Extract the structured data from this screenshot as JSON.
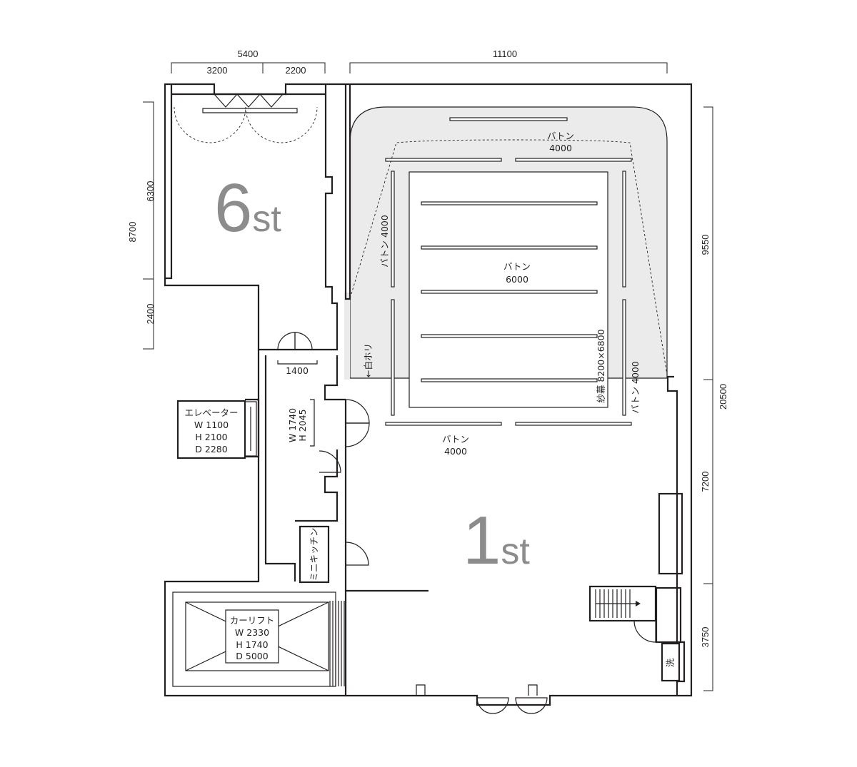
{
  "dimensions": {
    "top_5400": "5400",
    "top_3200": "3200",
    "top_2200": "2200",
    "top_11100": "11100",
    "left_8700": "8700",
    "left_6300": "6300",
    "left_2400": "2400",
    "right_9550": "9550",
    "right_20500": "20500",
    "right_7200": "7200",
    "right_3750": "3750"
  },
  "studios": {
    "s6_number": "6",
    "s6_suffix": "st",
    "s1_number": "1",
    "s1_suffix": "st"
  },
  "labels": {
    "batten_top": "バトン",
    "batten_top_value": "4000",
    "batten_center": "バトン",
    "batten_center_value": "6000",
    "batten_bottom": "バトン",
    "batten_bottom_value": "4000",
    "batten_left": "バトン 4000",
    "batten_right": "バトン 4000",
    "gauze_curtain": "紗幕 8200×6800",
    "white_horizon": "←白ホリ",
    "door_1400": "1400",
    "door_w": "W 1740",
    "door_h": "H 2045",
    "mini_kitchen": "ミニキッチン",
    "washroom": "洗"
  },
  "elevator": {
    "title": "エレベーター",
    "w": "W 1100",
    "h": "H 2100",
    "d": "D 2280"
  },
  "car_lift": {
    "title": "カーリフト",
    "w": "W 2330",
    "h": "H 1740",
    "d": "D 5000"
  },
  "colors": {
    "wall": "#231f20",
    "studio_number": "#8c8c8c",
    "horizon_fill": "#ebebeb"
  }
}
